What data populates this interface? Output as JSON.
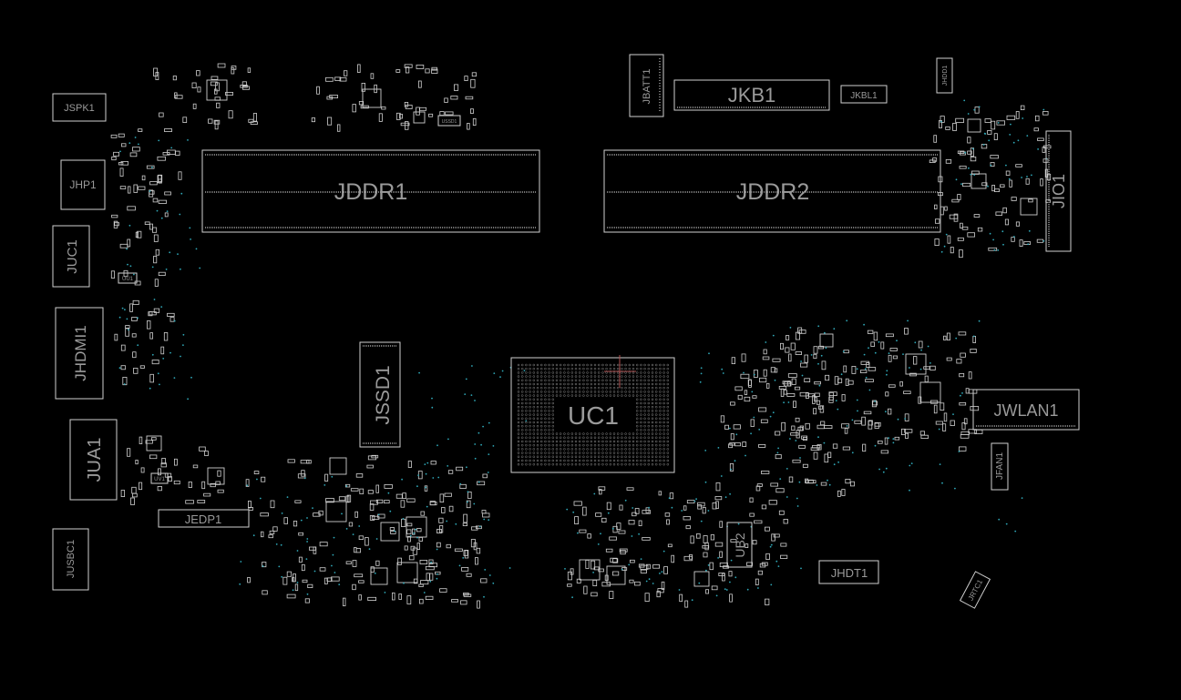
{
  "board": {
    "background": "#000000",
    "outline_color": "#cfcfcf",
    "label_color": "#9a9a9a",
    "via_color": "#2fa8b8",
    "components": {
      "jspk1": "JSPK1",
      "jhp1": "JHP1",
      "juc1": "JUC1",
      "jhdmi1": "JHDMI1",
      "jua1": "JUA1",
      "jusbc1": "JUSBC1",
      "jedp1": "JEDP1",
      "jddr1": "JDDR1",
      "jddr2": "JDDR2",
      "jbatt1": "JBATT1",
      "jkb1": "JKB1",
      "jkbl1": "JKBL1",
      "jhdd1": "JHDD1",
      "jio1": "JIO1",
      "jssd1": "JSSD1",
      "uc1": "UC1",
      "ub2": "UB2",
      "jwlan1": "JWLAN1",
      "jfan1": "JFAN1",
      "jhdt1": "JHDT1",
      "jrtc1": "JRTC1",
      "uu1": "UU1",
      "uv1": "UV1",
      "ussd1": "USSD1"
    }
  }
}
